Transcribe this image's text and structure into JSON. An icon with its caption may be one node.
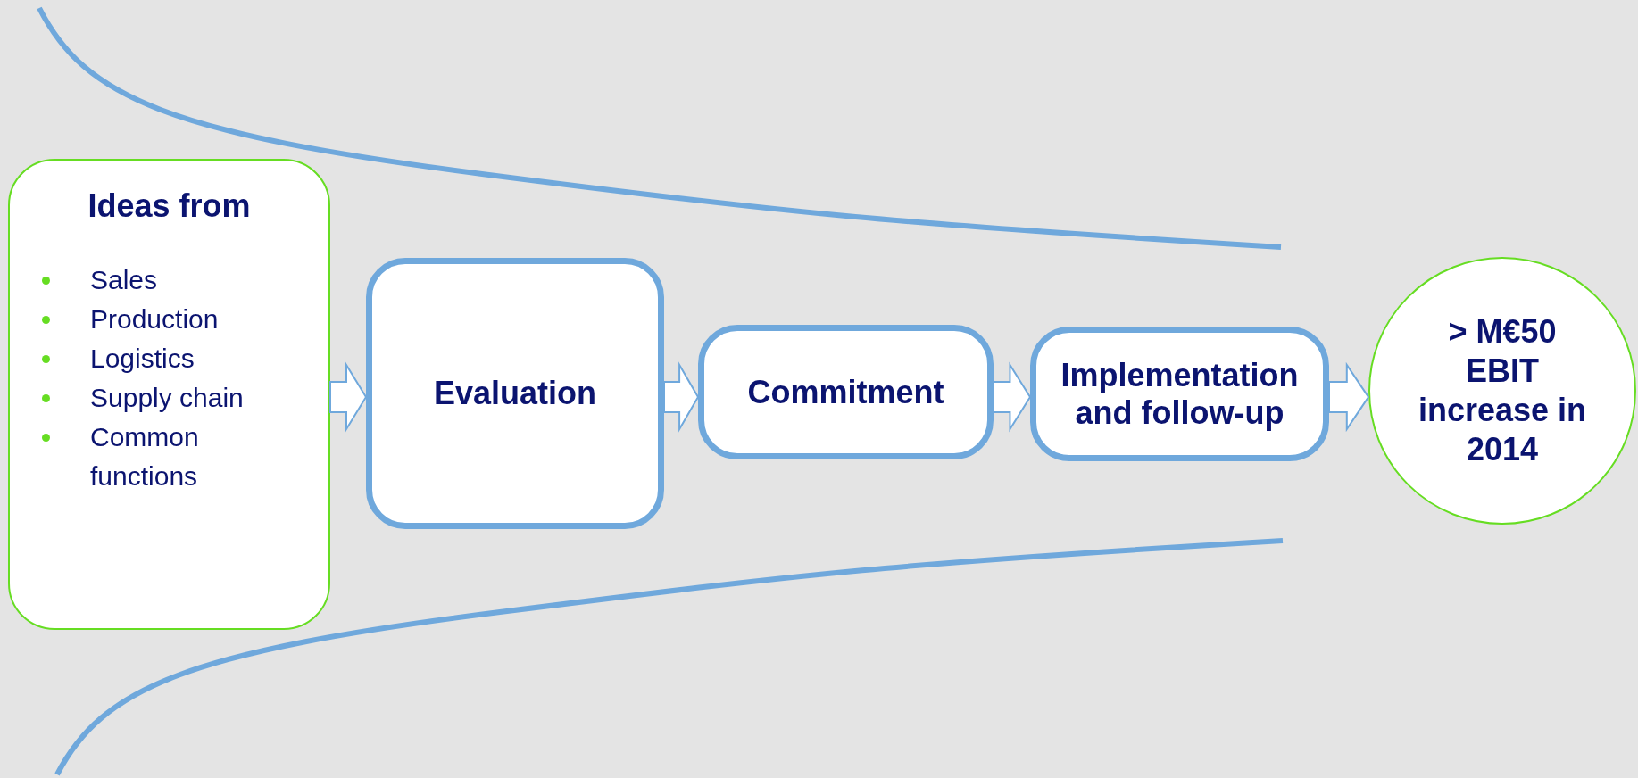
{
  "diagram": {
    "nodes": [
      {
        "text": [
          "Ideas from",
          "Sales",
          "Production",
          "Logistics",
          "Supply chain",
          "Common functions"
        ]
      },
      {
        "text": [
          "Evaluation"
        ]
      },
      {
        "text": [
          "Commitment"
        ]
      },
      {
        "text": [
          "Implementation and follow-up"
        ]
      },
      {
        "text": [
          "> M€50 EBIT increase in 2014"
        ]
      }
    ],
    "edges": [
      {
        "from": 0,
        "to": 1,
        "arrow": "to"
      },
      {
        "from": 1,
        "to": 2,
        "arrow": "to"
      },
      {
        "from": 2,
        "to": 3,
        "arrow": "to"
      },
      {
        "from": 3,
        "to": 4,
        "arrow": "to"
      }
    ]
  }
}
